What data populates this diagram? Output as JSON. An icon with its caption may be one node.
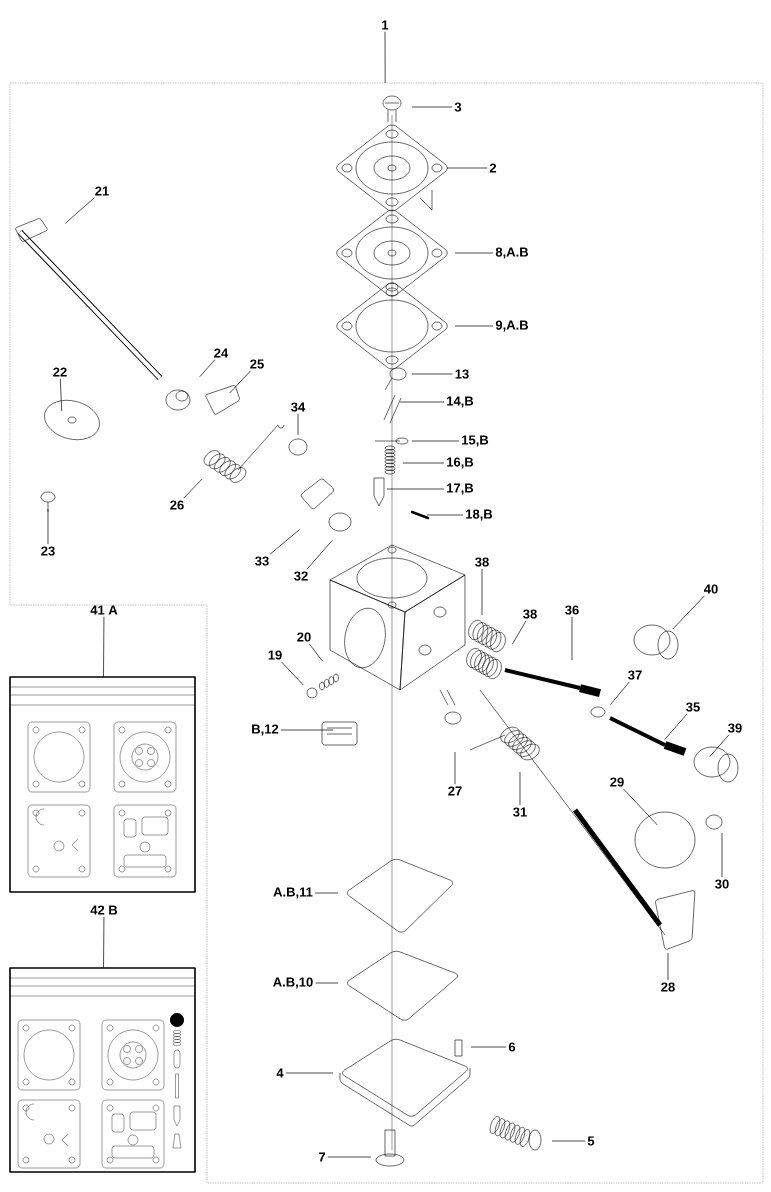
{
  "diagram": {
    "nodes": [
      {
        "text": [
          "1"
        ]
      },
      {
        "text": [],
        "shape": "box"
      },
      {
        "text": [
          "3"
        ],
        "in": 1
      },
      {
        "text": [
          "2"
        ],
        "in": 1
      },
      {
        "text": [
          "8,A.B"
        ],
        "in": 1
      },
      {
        "text": [
          "9,A.B"
        ],
        "in": 1
      },
      {
        "text": [
          "21"
        ],
        "in": 1
      },
      {
        "text": [
          "13"
        ],
        "in": 1
      },
      {
        "text": [
          "14,B"
        ],
        "in": 1
      },
      {
        "text": [
          "24"
        ],
        "in": 1
      },
      {
        "text": [
          "25"
        ],
        "in": 1
      },
      {
        "text": [
          "22"
        ],
        "in": 1
      },
      {
        "text": [
          "34"
        ],
        "in": 1
      },
      {
        "text": [
          "15,B"
        ],
        "in": 1
      },
      {
        "text": [
          "16,B"
        ],
        "in": 1
      },
      {
        "text": [
          "26"
        ],
        "in": 1
      },
      {
        "text": [
          "17,B"
        ],
        "in": 1
      },
      {
        "text": [
          "18,B"
        ],
        "in": 1
      },
      {
        "text": [
          "23"
        ],
        "in": 1
      },
      {
        "text": [
          "33"
        ],
        "in": 1
      },
      {
        "text": [
          "32"
        ],
        "in": 1
      },
      {
        "text": [
          "38"
        ],
        "in": 1
      },
      {
        "text": [
          "40"
        ],
        "in": 1
      },
      {
        "text": [
          "41 A"
        ]
      },
      {
        "text": [],
        "shape": "box"
      },
      {
        "text": [
          "20"
        ],
        "in": 1
      },
      {
        "text": [
          "38"
        ],
        "in": 1
      },
      {
        "text": [
          "36"
        ],
        "in": 1
      },
      {
        "text": [
          "19"
        ],
        "in": 1
      },
      {
        "text": [
          "37"
        ],
        "in": 1
      },
      {
        "text": [
          "35"
        ],
        "in": 1
      },
      {
        "text": [
          "B,12"
        ],
        "in": 1
      },
      {
        "text": [
          "39"
        ],
        "in": 1
      },
      {
        "text": [
          "27"
        ],
        "in": 1
      },
      {
        "text": [
          "31"
        ],
        "in": 1
      },
      {
        "text": [
          "29"
        ],
        "in": 1
      },
      {
        "text": [
          "30"
        ],
        "in": 1
      },
      {
        "text": [
          "A.B,11"
        ],
        "in": 1
      },
      {
        "text": [
          "42 B"
        ]
      },
      {
        "text": [],
        "shape": "box"
      },
      {
        "text": [
          "A.B,10"
        ],
        "in": 1
      },
      {
        "text": [
          "28"
        ],
        "in": 1
      },
      {
        "text": [
          "6"
        ],
        "in": 1
      },
      {
        "text": [
          "4"
        ],
        "in": 1
      },
      {
        "text": [
          "5"
        ],
        "in": 1
      },
      {
        "text": [
          "7"
        ],
        "in": 1
      }
    ],
    "edges": [
      {
        "from": 0,
        "to": 1,
        "arrow": "none"
      },
      {
        "from": 2,
        "to": null,
        "arrow": "none"
      },
      {
        "from": 3,
        "to": null,
        "arrow": "none"
      },
      {
        "from": 4,
        "to": null,
        "arrow": "none"
      },
      {
        "from": 5,
        "to": null,
        "arrow": "none"
      },
      {
        "from": 6,
        "to": null,
        "arrow": "none"
      },
      {
        "from": 7,
        "to": null,
        "arrow": "none"
      },
      {
        "from": 8,
        "to": null,
        "arrow": "none"
      },
      {
        "from": 9,
        "to": null,
        "arrow": "none"
      },
      {
        "from": 10,
        "to": null,
        "arrow": "none"
      },
      {
        "from": 11,
        "to": null,
        "arrow": "none"
      },
      {
        "from": 12,
        "to": null,
        "arrow": "none"
      },
      {
        "from": 13,
        "to": null,
        "arrow": "none"
      },
      {
        "from": 14,
        "to": null,
        "arrow": "none"
      },
      {
        "from": 15,
        "to": null,
        "arrow": "none"
      },
      {
        "from": 16,
        "to": null,
        "arrow": "none"
      },
      {
        "from": 17,
        "to": null,
        "arrow": "none"
      },
      {
        "from": 18,
        "to": null,
        "arrow": "none"
      },
      {
        "from": 19,
        "to": null,
        "arrow": "none"
      },
      {
        "from": 20,
        "to": null,
        "arrow": "none"
      },
      {
        "from": 21,
        "to": null,
        "arrow": "none"
      },
      {
        "from": 22,
        "to": null,
        "arrow": "none"
      },
      {
        "from": 23,
        "to": 24,
        "arrow": "none"
      },
      {
        "from": 25,
        "to": null,
        "arrow": "none"
      },
      {
        "from": 26,
        "to": null,
        "arrow": "none"
      },
      {
        "from": 27,
        "to": null,
        "arrow": "none"
      },
      {
        "from": 28,
        "to": null,
        "arrow": "none"
      },
      {
        "from": 29,
        "to": null,
        "arrow": "none"
      },
      {
        "from": 30,
        "to": null,
        "arrow": "none"
      },
      {
        "from": 31,
        "to": null,
        "arrow": "none"
      },
      {
        "from": 32,
        "to": null,
        "arrow": "none"
      },
      {
        "from": 33,
        "to": null,
        "arrow": "none"
      },
      {
        "from": 34,
        "to": null,
        "arrow": "none"
      },
      {
        "from": 35,
        "to": null,
        "arrow": "none"
      },
      {
        "from": 36,
        "to": null,
        "arrow": "none"
      },
      {
        "from": 37,
        "to": null,
        "arrow": "none"
      },
      {
        "from": 38,
        "to": 39,
        "arrow": "none"
      },
      {
        "from": 40,
        "to": null,
        "arrow": "none"
      },
      {
        "from": 41,
        "to": null,
        "arrow": "none"
      },
      {
        "from": 42,
        "to": null,
        "arrow": "none"
      },
      {
        "from": 43,
        "to": null,
        "arrow": "none"
      },
      {
        "from": 44,
        "to": null,
        "arrow": "none"
      },
      {
        "from": 45,
        "to": null,
        "arrow": "none"
      }
    ]
  }
}
